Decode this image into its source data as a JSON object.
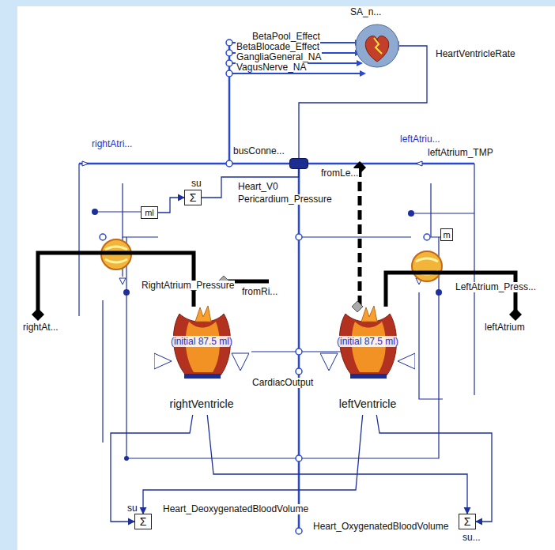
{
  "diagram": {
    "nodes": [
      {
        "text": [
          "SA_n..."
        ]
      },
      {
        "text": [
          "(initial 87.5 ml)",
          "rightVentricle"
        ]
      },
      {
        "text": [
          "(initial 87.5 ml)",
          "leftVentricle"
        ]
      },
      {
        "text": [
          "su",
          "Σ"
        ]
      },
      {
        "text": [
          "su",
          "Σ"
        ]
      },
      {
        "text": [
          "Σ",
          "su..."
        ]
      },
      {
        "text": [
          "ml"
        ]
      },
      {
        "text": [
          "m"
        ]
      },
      {
        "text": [
          "busConne..."
        ]
      }
    ],
    "edges": [
      {
        "from": 0,
        "to": 8,
        "arrow": "none"
      },
      {
        "from": 6,
        "to": 3,
        "arrow": "to"
      },
      {
        "from": 3,
        "to": 8,
        "arrow": "none"
      },
      {
        "from": 1,
        "to": 4,
        "arrow": "to"
      },
      {
        "from": 2,
        "to": 5,
        "arrow": "to"
      },
      {
        "from": 1,
        "to": 5,
        "arrow": "to"
      },
      {
        "from": 2,
        "to": 4,
        "arrow": "to"
      }
    ],
    "labels": [
      "BetaPool_Effect",
      "BetaBlocade_Effect",
      "GangliaGeneral_NA",
      "VagusNerve_NA",
      "HeartVentricleRate",
      "rightAtri...",
      "leftAtriu...",
      "leftAtrium_TMP",
      "Heart_V0",
      "fromLe...",
      "Pericardium_Pressure",
      "RightAtrium_Pressure",
      "fromRi...",
      "LeftAtrium_Press...",
      "rightAt...",
      "leftAtrium",
      "CardiacOutput",
      "Heart_DeoxygenatedBloodVolume",
      "Heart_OxygenatedBloodVolume"
    ]
  }
}
